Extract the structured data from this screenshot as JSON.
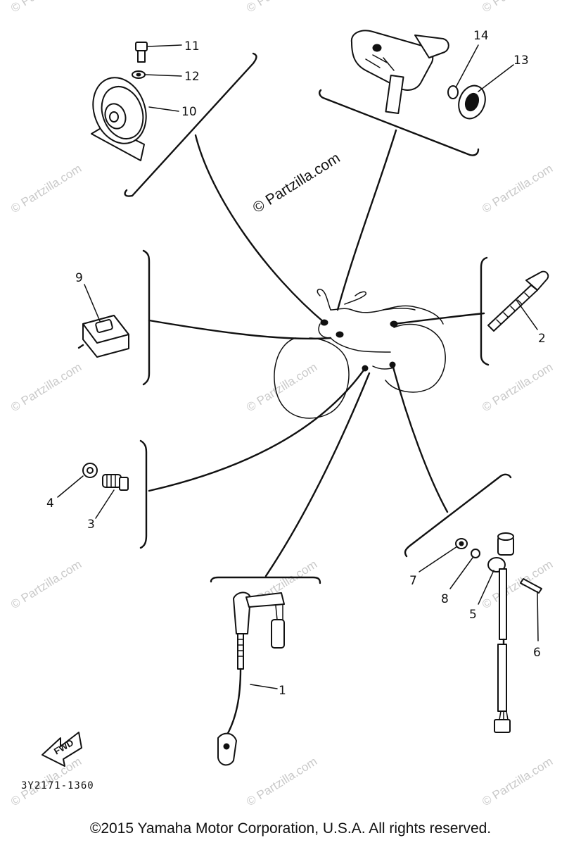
{
  "watermark": "© Partzilla.com",
  "watermark_faint": "© Partzilla.com",
  "diagram_code": "3Y2171-1360",
  "fwd_label": "FWD",
  "copyright": "©2015  Yamaha Motor Corporation, U.S.A. All rights reserved.",
  "callouts": {
    "p1": "1",
    "p2": "2",
    "p3": "3",
    "p4": "4",
    "p5": "5",
    "p6": "6",
    "p7": "7",
    "p8": "8",
    "p9": "9",
    "p10": "10",
    "p11": "11",
    "p12": "12",
    "p13": "13",
    "p14": "14"
  }
}
